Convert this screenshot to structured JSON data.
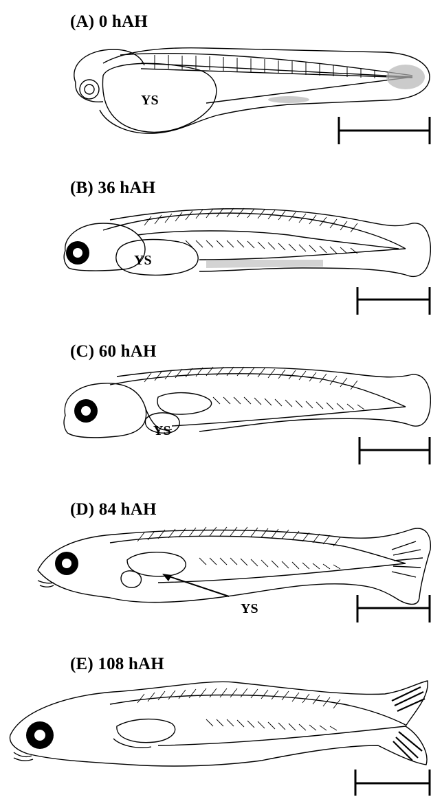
{
  "panels": [
    {
      "id": "A",
      "label": "(A) 0 hAH",
      "annotation": "YS"
    },
    {
      "id": "B",
      "label": "(B) 36 hAH",
      "annotation": "YS"
    },
    {
      "id": "C",
      "label": "(C) 60 hAH",
      "annotation": "YS"
    },
    {
      "id": "D",
      "label": "(D) 84 hAH",
      "annotation": "YS"
    },
    {
      "id": "E",
      "label": "(E) 108 hAH",
      "annotation": ""
    }
  ],
  "colors": {
    "ink": "#000000",
    "shading": "#b5b5b5",
    "background": "#ffffff"
  }
}
